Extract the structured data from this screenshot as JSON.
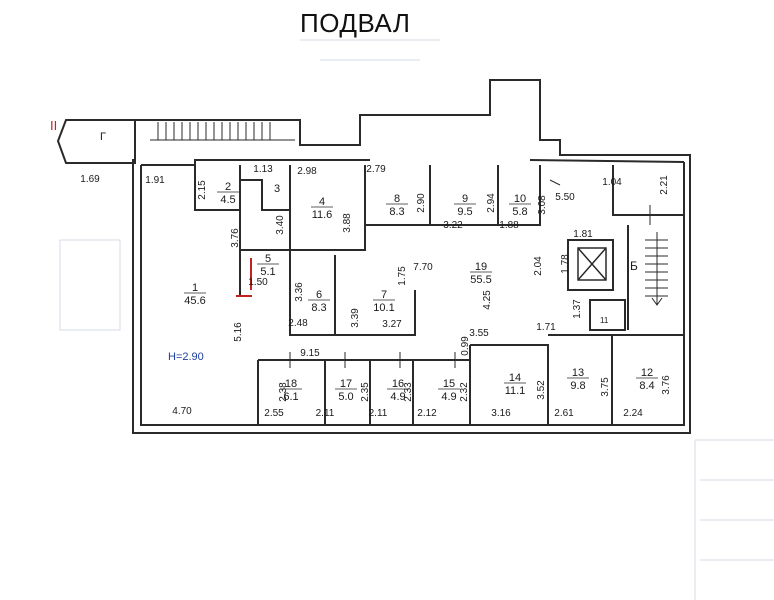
{
  "title": "ПОДВАЛ",
  "height_note": "H=2.90",
  "colors": {
    "wall": "#2a2a2a",
    "note": "#1c3d9e",
    "door": "#c22222",
    "ghost": "#d6dbe6"
  },
  "markers": {
    "section": "II",
    "stair_left": "Г",
    "stair_right": "Б",
    "elevator_no": "11"
  },
  "rooms": [
    {
      "num": "1",
      "area": "45.6"
    },
    {
      "num": "2",
      "area": "4.5"
    },
    {
      "num": "3",
      "area": ""
    },
    {
      "num": "4",
      "area": "11.6"
    },
    {
      "num": "5",
      "area": "5.1"
    },
    {
      "num": "6",
      "area": "8.3"
    },
    {
      "num": "7",
      "area": "10.1"
    },
    {
      "num": "8",
      "area": "8.3"
    },
    {
      "num": "9",
      "area": "9.5"
    },
    {
      "num": "10",
      "area": "5.8"
    },
    {
      "num": "12",
      "area": "8.4"
    },
    {
      "num": "13",
      "area": "9.8"
    },
    {
      "num": "14",
      "area": "11.1"
    },
    {
      "num": "15",
      "area": "4.9"
    },
    {
      "num": "16",
      "area": "4.9"
    },
    {
      "num": "17",
      "area": "5.0"
    },
    {
      "num": "18",
      "area": "6.1"
    },
    {
      "num": "19",
      "area": "55.5"
    }
  ],
  "dimensions": [
    "1.69",
    "1.91",
    "2.15",
    "1.13",
    "2.98",
    "2.79",
    "5.50",
    "1.04",
    "2.21",
    "3.40",
    "3.88",
    "2.90",
    "2.94",
    "3.08",
    "3.22",
    "1.88",
    "3.76",
    "1.50",
    "1.81",
    "1.78",
    "7.70",
    "2.04",
    "1.75",
    "3.36",
    "3.39",
    "2.48",
    "3.27",
    "4.25",
    "1.37",
    "1.71",
    "3.55",
    "0.99",
    "9.15",
    "5.16",
    "2.38",
    "2.35",
    "2.33",
    "2.32",
    "3.52",
    "3.75",
    "3.76",
    "4.70",
    "2.55",
    "2.11",
    "2.11",
    "2.12",
    "3.16",
    "2.61",
    "2.24"
  ]
}
